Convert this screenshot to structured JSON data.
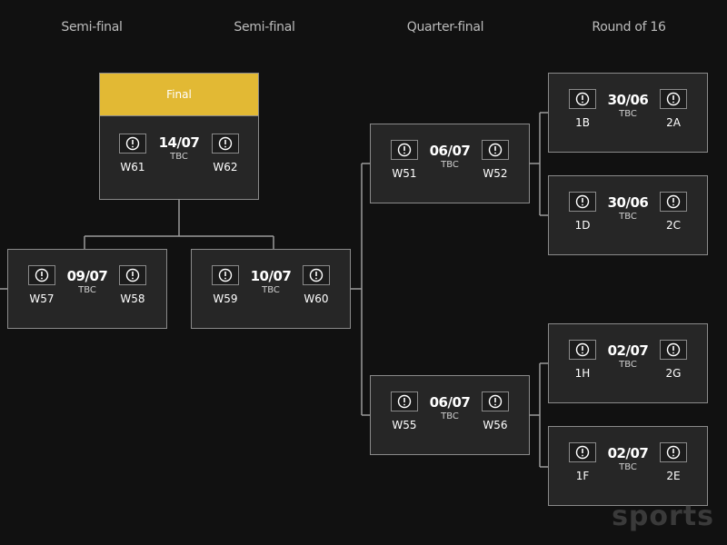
{
  "headers": [
    "Semi-final",
    "Semi-final",
    "Quarter-final",
    "Round of 16"
  ],
  "final": {
    "label": "Final",
    "date": "14/07",
    "status": "TBC",
    "home": "W61",
    "away": "W62"
  },
  "matches": [
    {
      "id": "sf1",
      "date": "09/07",
      "status": "TBC",
      "home": "W57",
      "away": "W58"
    },
    {
      "id": "sf2",
      "date": "10/07",
      "status": "TBC",
      "home": "W59",
      "away": "W60"
    },
    {
      "id": "qf1",
      "date": "06/07",
      "status": "TBC",
      "home": "W51",
      "away": "W52"
    },
    {
      "id": "qf2",
      "date": "06/07",
      "status": "TBC",
      "home": "W55",
      "away": "W56"
    },
    {
      "id": "r16a",
      "date": "30/06",
      "status": "TBC",
      "home": "1B",
      "away": "2A"
    },
    {
      "id": "r16b",
      "date": "30/06",
      "status": "TBC",
      "home": "1D",
      "away": "2C"
    },
    {
      "id": "r16c",
      "date": "02/07",
      "status": "TBC",
      "home": "1H",
      "away": "2G"
    },
    {
      "id": "r16d",
      "date": "02/07",
      "status": "TBC",
      "home": "1F",
      "away": "2E"
    }
  ],
  "watermark": "sports",
  "colors": {
    "accent": "#e2b934",
    "background": "#111111",
    "card": "#262626",
    "border": "#8a8a8a"
  }
}
